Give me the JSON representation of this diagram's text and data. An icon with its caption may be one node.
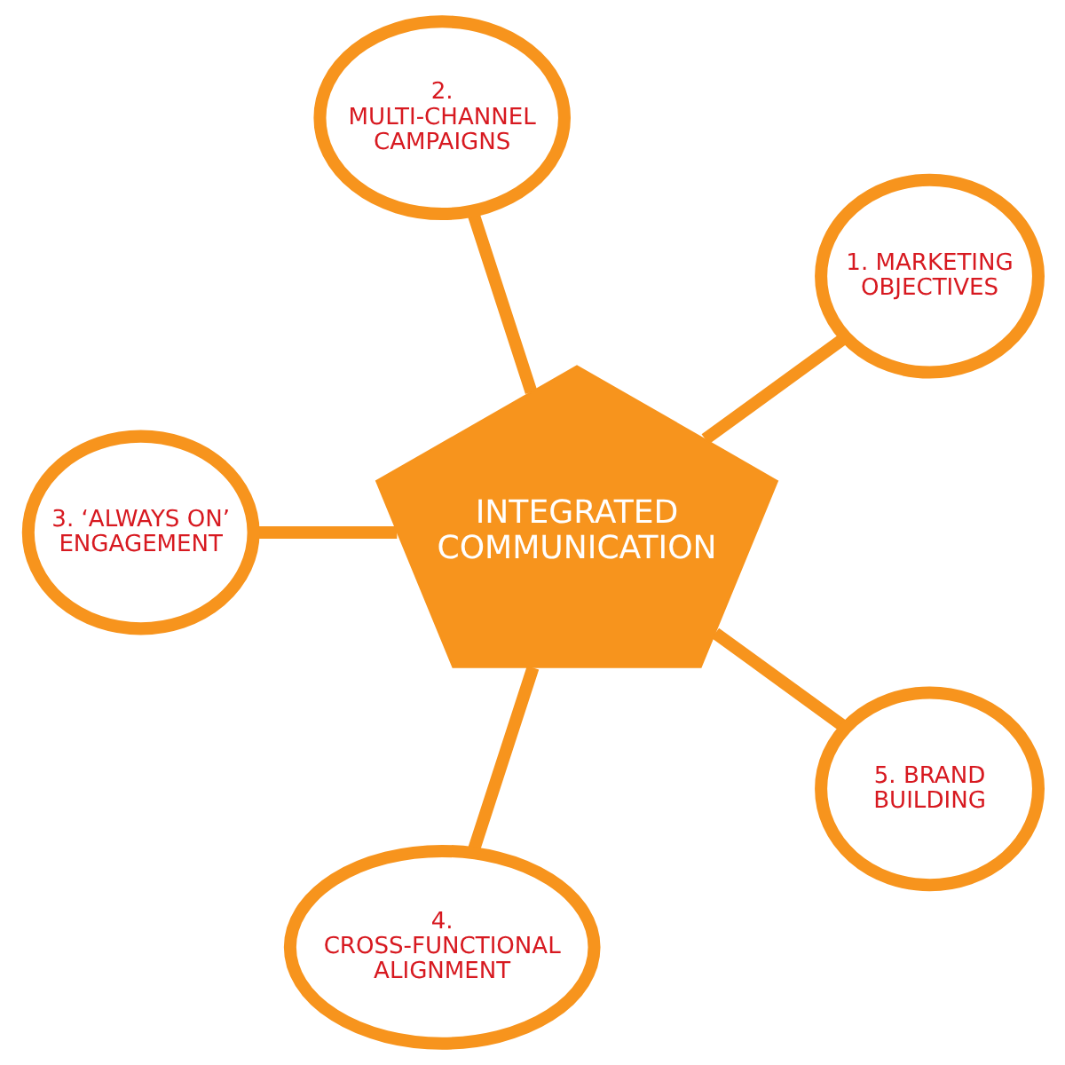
{
  "diagram": {
    "nodes": [
      {
        "text": [
          "INTEGRATED COMMUNICATION"
        ]
      },
      {
        "text": [
          "1. MARKETING OBJECTIVES"
        ]
      },
      {
        "text": [
          "2. MULTI-CHANNEL CAMPAIGNS"
        ]
      },
      {
        "text": [
          "3. ‘ALWAYS ON’ ENGAGEMENT"
        ]
      },
      {
        "text": [
          "4. CROSS-FUNCTIONAL ALIGNMENT"
        ]
      },
      {
        "text": [
          "5. BRAND BUILDING"
        ]
      }
    ],
    "edges": [
      {
        "from": 0,
        "to": 1,
        "arrow": "none"
      },
      {
        "from": 0,
        "to": 2,
        "arrow": "none"
      },
      {
        "from": 0,
        "to": 3,
        "arrow": "none"
      },
      {
        "from": 0,
        "to": 4,
        "arrow": "none"
      },
      {
        "from": 0,
        "to": 5,
        "arrow": "none"
      }
    ]
  }
}
